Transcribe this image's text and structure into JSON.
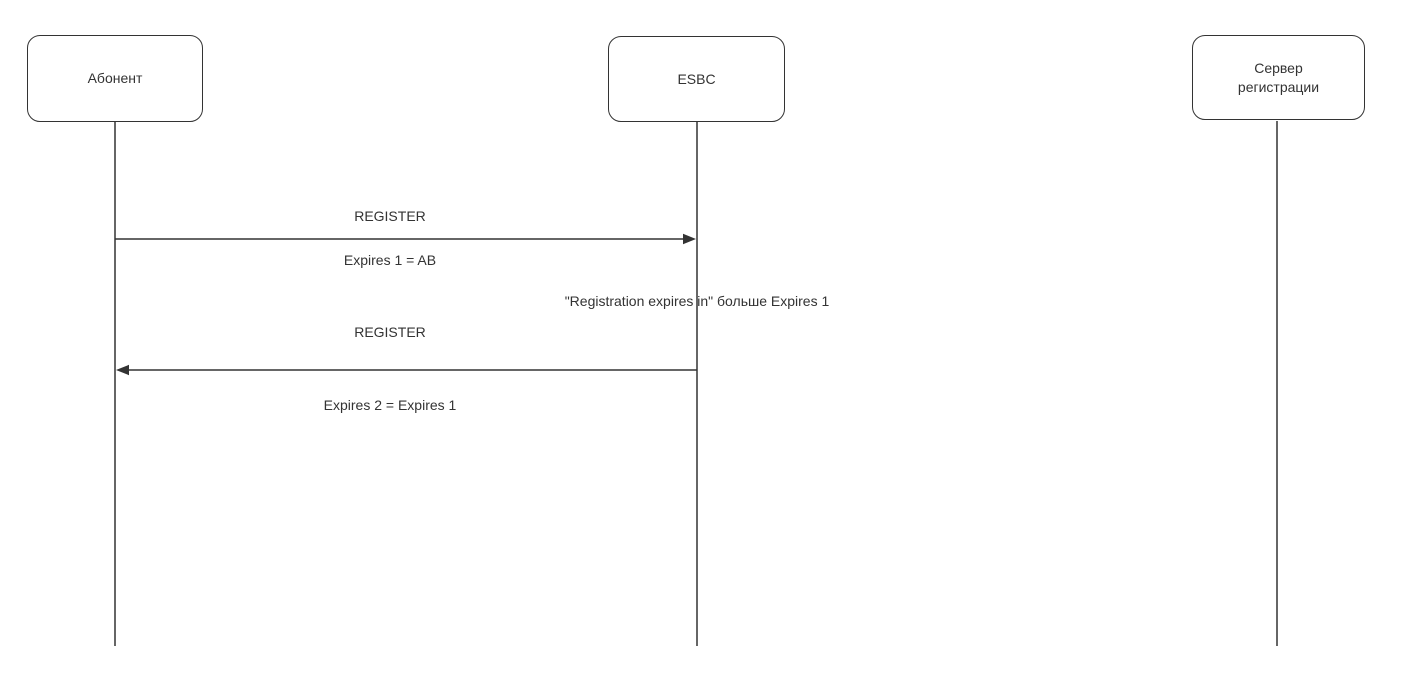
{
  "diagram": {
    "type": "sequence-diagram",
    "colors": {
      "background": "#ffffff",
      "line": "#333333",
      "text": "#333333",
      "box_fill": "#ffffff",
      "box_border": "#333333"
    },
    "actors": [
      {
        "id": "subscriber",
        "label": "Абонент"
      },
      {
        "id": "esbc",
        "label": "ESBC"
      },
      {
        "id": "registration-server",
        "label": "Сервер\nрегистрации"
      }
    ],
    "messages": [
      {
        "label": "REGISTER",
        "sublabel": "Expires 1 = AB",
        "from": "subscriber",
        "to": "esbc",
        "direction": "right"
      },
      {
        "label": "REGISTER",
        "sublabel": "Expires 2 = Expires 1",
        "from": "esbc",
        "to": "subscriber",
        "direction": "left"
      }
    ],
    "note": {
      "text": "\"Registration expires in\" больше Expires 1",
      "attached_to": "esbc"
    }
  }
}
